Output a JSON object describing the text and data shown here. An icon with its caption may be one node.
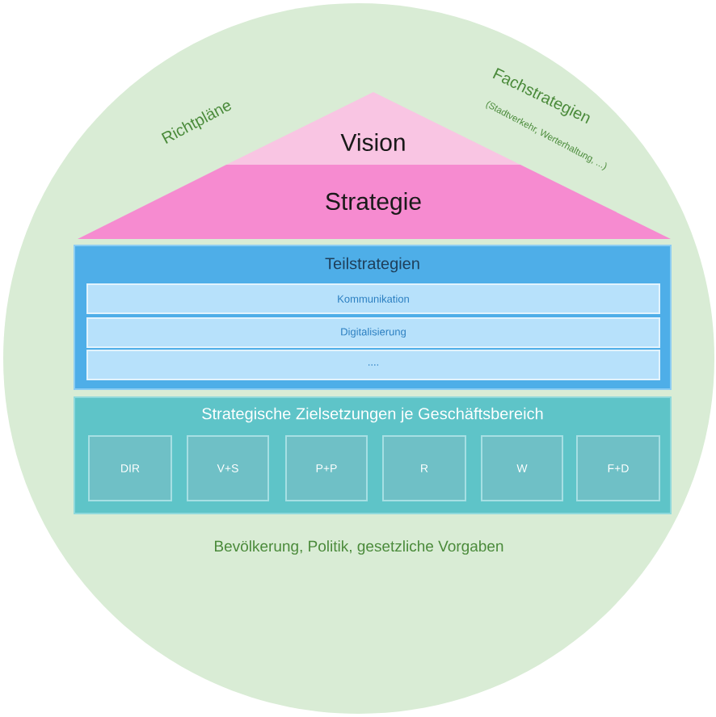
{
  "diagram": {
    "nodes": [
      {
        "text": [
          "Richtpläne",
          "Fachstrategien",
          "(Stadtverkehr, Werterhaltung, ...)",
          "Bevölkerung, Politik, gesetzliche Vorgaben"
        ]
      },
      {
        "text": [
          "Vision"
        ],
        "in": 0
      },
      {
        "text": [
          "Strategie"
        ],
        "in": 0
      },
      {
        "text": [
          "Teilstrategien"
        ],
        "in": 0
      },
      {
        "text": [
          "Kommunikation"
        ],
        "in": 3
      },
      {
        "text": [
          "Digitalisierung"
        ],
        "in": 3
      },
      {
        "text": [
          "...."
        ],
        "in": 3
      },
      {
        "text": [
          "Strategische Zielsetzungen je Geschäftsbereich"
        ],
        "in": 0
      },
      {
        "text": [
          "DIR"
        ],
        "in": 7
      },
      {
        "text": [
          "V+S"
        ],
        "in": 7
      },
      {
        "text": [
          "P+P"
        ],
        "in": 7
      },
      {
        "text": [
          "R"
        ],
        "in": 7
      },
      {
        "text": [
          "W"
        ],
        "in": 7
      },
      {
        "text": [
          "F+D"
        ],
        "in": 7
      }
    ]
  }
}
